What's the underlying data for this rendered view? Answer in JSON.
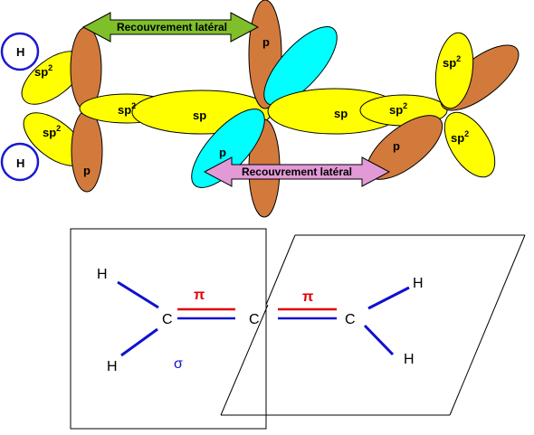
{
  "colors": {
    "sp_lobe": "#ffff00",
    "p_lobe": "#d27a3c",
    "p_lobe_cyan": "#00ffff",
    "h_circle": "#1a1ad0",
    "green_arrow": "#7fbf2a",
    "pink_arrow": "#e29ad6",
    "sigma_bond": "#1010d0",
    "pi_bond": "#e00000"
  },
  "orbitals": {
    "labels": {
      "sp2_left_top": "sp",
      "sp2_left_bottom": "sp",
      "sp2_left_center": "sp",
      "sp_center_left": "sp",
      "sp_center_right": "sp",
      "sp2_right_center": "sp",
      "sp2_right_top": "sp",
      "sp2_right_bottom": "sp",
      "p_top": "p",
      "p_left_bottom": "p",
      "p_cyan": "p",
      "p_right": "p"
    },
    "superscript": "2",
    "hydrogen_top": "H",
    "hydrogen_bottom": "H",
    "overlap_top": "Recouvrement latéral",
    "overlap_bottom": "Recouvrement latéral"
  },
  "molecule": {
    "atoms": {
      "h_top_left": "H",
      "h_bottom_left": "H",
      "c_left": "C",
      "c_center": "C",
      "c_right": "C",
      "h_top_right": "H",
      "h_bottom_right": "H"
    },
    "pi_left": "π",
    "pi_right": "π",
    "sigma": "σ"
  }
}
